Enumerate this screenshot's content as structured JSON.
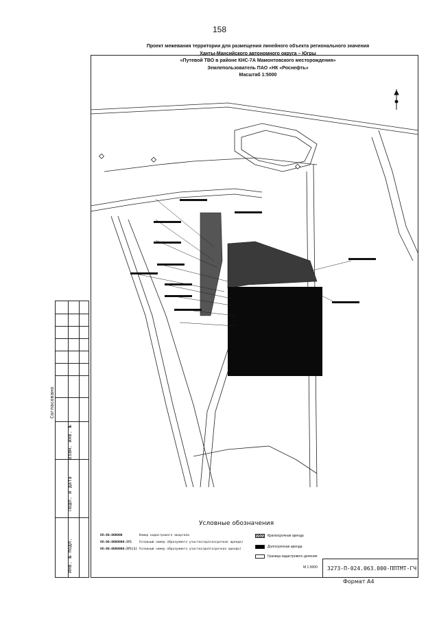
{
  "page": {
    "number": "158"
  },
  "title": {
    "lines": [
      "Проект межевания территории для размещения линейного объекта регионального значения",
      "Ханты-Мансийского автономного округа – Югры",
      "«Путевой ТВО в районе КНС-7А Мамонтовского месторождения»",
      "Землепользователь ПАО «НК «Роснефть»",
      "Масштаб 1:5000"
    ]
  },
  "stamp": {
    "agreed": "Согласовано",
    "replace_inv": "Взам. инв. №",
    "sign_date": "Подп. и дата",
    "orig_inv": "Инв. № подл."
  },
  "legend": {
    "title": "Условные обозначения",
    "rows": [
      {
        "code": "86:00:000000",
        "text": "Номер кадастрового квартала"
      },
      {
        "code": "86:00:0000000:ЗУ1",
        "text": "Условный номер образуемого участка(краткосрочная аренда)"
      },
      {
        "code": "86:00:0000000:ЗУ1(1)",
        "text": "Условный номер образуемого участка(долгосрочная аренда)"
      }
    ],
    "swatches": [
      {
        "label": "Краткосрочная аренда"
      },
      {
        "label": "Долгосрочная аренда"
      },
      {
        "label": "Граница кадастрового деления"
      }
    ]
  },
  "scale_note": "М 1:5000",
  "document_code": "3273-П-024.063.000-ППТМТ-ГЧ",
  "format": "Формат А4",
  "map": {
    "north_arrow": "north-arrow-icon"
  }
}
